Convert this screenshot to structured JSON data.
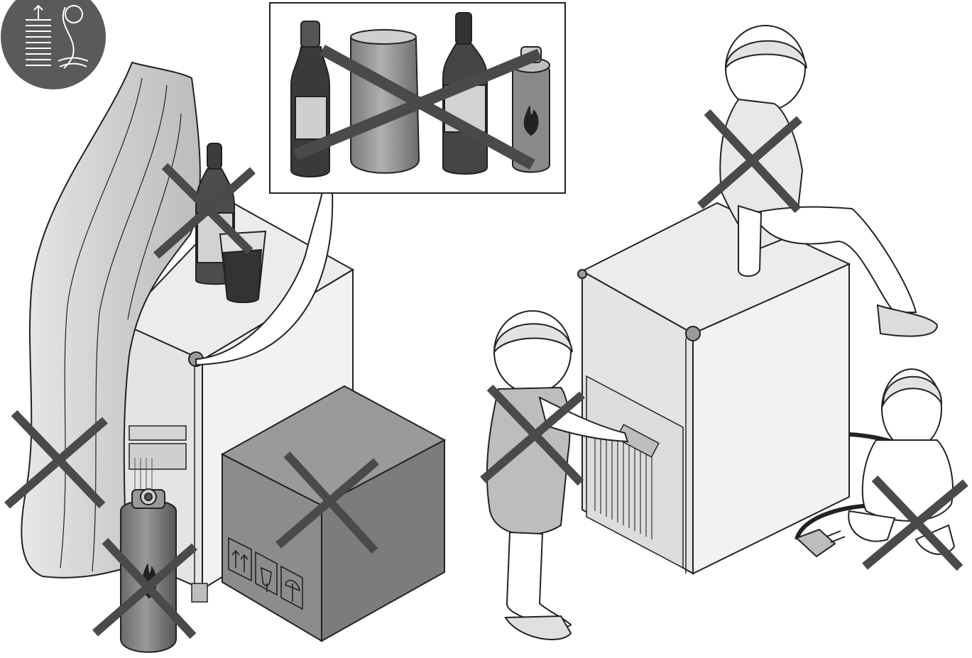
{
  "page": {
    "background": "#ffffff",
    "line_color": "#222222"
  },
  "colors": {
    "cross": "#4a4a4a",
    "cabinet_face": "#e6e6e6",
    "cabinet_side": "#f0f0f0",
    "cabinet_top": "#ececec",
    "box": "#8a8a8a",
    "bottle": "#4c4c4c",
    "label": "#d2d2d2",
    "logo_bg": "#5a5a5a",
    "curtain": "#d8d8d8"
  },
  "icons": {
    "logo": "ice-maker-manual-logo",
    "flame": "flammable-flame-icon",
    "box_symbols": [
      "this-way-up-icon",
      "fragile-glass-icon",
      "keep-dry-umbrella-icon"
    ]
  },
  "warnings": {
    "left_scene": [
      "no-bottle-glass-on-top",
      "no-curtain-near-unit",
      "no-gas-cylinder-near-unit",
      "no-box-blocking-front"
    ],
    "inset": "no-storing-bottles-cans-sprays-inside",
    "right_scene": [
      "no-child-sitting-on-top",
      "no-child-touching-front",
      "no-child-playing-with-cord"
    ]
  }
}
